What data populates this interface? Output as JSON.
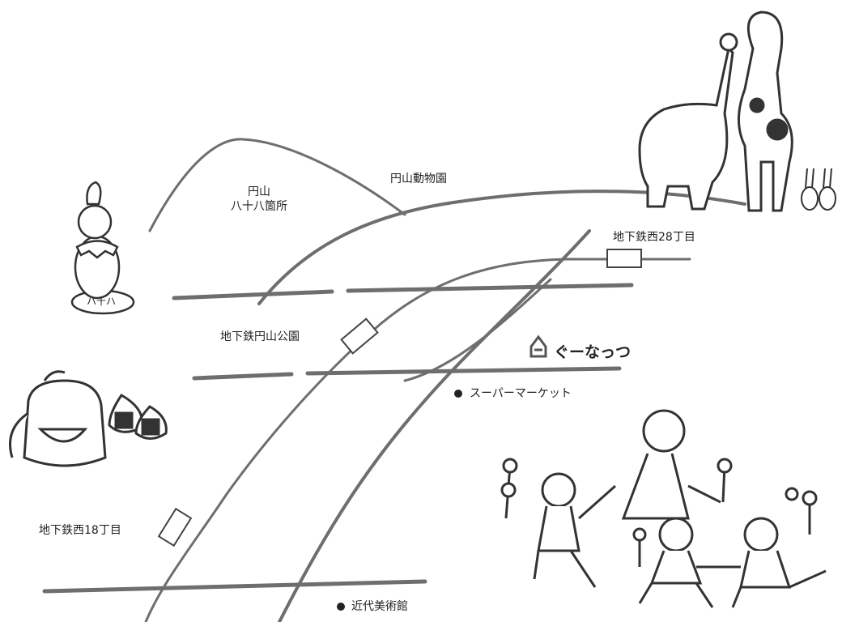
{
  "labels": {
    "temple_line1": "円山",
    "temple_line2": "八十八箇所",
    "zoo": "円山動物園",
    "station_nishi28": "地下鉄西28丁目",
    "station_maruyama": "地下鉄円山公園",
    "shop": "ぐーなっつ",
    "supermarket": "スーパーマーケット",
    "station_nishi18": "地下鉄西18丁目",
    "museum": "近代美術館",
    "statue_base": "ハ十ハ"
  },
  "colors": {
    "road": "#6e6e6e",
    "ink": "#222222"
  }
}
